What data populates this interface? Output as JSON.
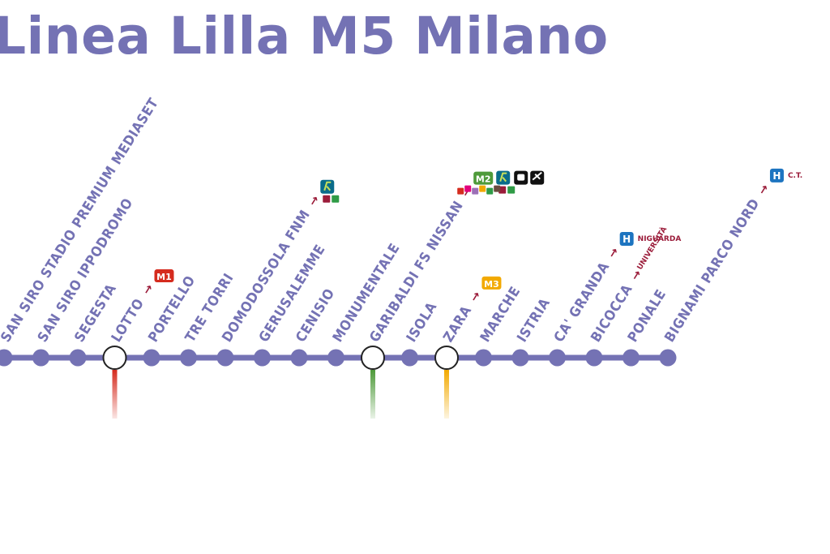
{
  "title": "Linea Lilla M5 Milano",
  "colors": {
    "line": "#7472b4",
    "m1": "#d52b1e",
    "m2": "#4e9a3a",
    "m3": "#f2a900",
    "passante_r": "#0a6c8a",
    "suburban": "#2f9b46",
    "hospital": "#1d74c0",
    "destination_text": "#9b1c3a",
    "arrow": "#9b1c3a"
  },
  "stations": [
    {
      "name": "SAN SIRO STADIO PREMIUM MEDIASET"
    },
    {
      "name": "SAN SIRO IPPODROMO"
    },
    {
      "name": "SEGESTA"
    },
    {
      "name": "LOTTO",
      "interchange": "m1",
      "badges": [
        {
          "type": "line",
          "text": "M1",
          "color": "#d52b1e"
        }
      ]
    },
    {
      "name": "PORTELLO"
    },
    {
      "name": "TRE TORRI"
    },
    {
      "name": "DOMODOSSOLA FNM",
      "badges": [
        {
          "type": "rail",
          "icon": "passante-r-icon"
        }
      ]
    },
    {
      "name": "GERUSALEMME"
    },
    {
      "name": "CENISIO"
    },
    {
      "name": "MONUMENTALE"
    },
    {
      "name": "GARIBALDI FS NISSAN",
      "interchange": "m2",
      "badges": [
        {
          "type": "line",
          "text": "M2",
          "color": "#4e9a3a"
        },
        {
          "type": "rail",
          "icon": "passante-r-icon"
        },
        {
          "type": "train",
          "icon": "train-icon"
        },
        {
          "type": "airport",
          "icon": "airplane-icon"
        }
      ]
    },
    {
      "name": "ISOLA"
    },
    {
      "name": "ZARA",
      "interchange": "m3",
      "badges": [
        {
          "type": "line",
          "text": "M3",
          "color": "#f2a900"
        }
      ]
    },
    {
      "name": "MARCHE"
    },
    {
      "name": "ISTRIA"
    },
    {
      "name": "CA' GRANDA",
      "badges": [
        {
          "type": "hospital",
          "text": "H",
          "destination": "NIGUARDA"
        }
      ]
    },
    {
      "name": "BICOCCA",
      "badges": [
        {
          "type": "destination",
          "destination": "UNIVERSITÀ"
        }
      ]
    },
    {
      "name": "PONALE"
    },
    {
      "name": "BIGNAMI PARCO NORD",
      "badges": [
        {
          "type": "hospital",
          "text": "H",
          "destination": "C.T."
        }
      ]
    }
  ]
}
